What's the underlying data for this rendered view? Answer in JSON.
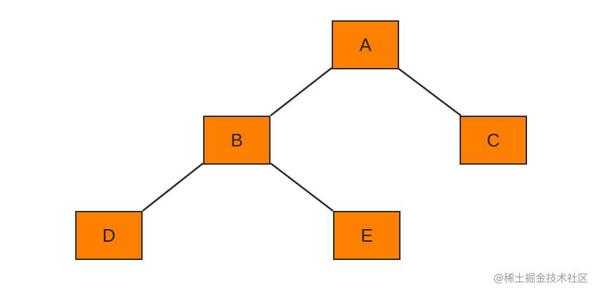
{
  "colors": {
    "node_fill": "#ff8000",
    "node_border": "#2b2b2b",
    "edge": "#2b2b2b",
    "label": "#222222",
    "watermark": "#9a9a9a"
  },
  "nodes": [
    {
      "id": "A",
      "label": "A"
    },
    {
      "id": "B",
      "label": "B"
    },
    {
      "id": "C",
      "label": "C"
    },
    {
      "id": "D",
      "label": "D"
    },
    {
      "id": "E",
      "label": "E"
    }
  ],
  "edges": [
    {
      "from": "A",
      "to": "B"
    },
    {
      "from": "A",
      "to": "C"
    },
    {
      "from": "B",
      "to": "D"
    },
    {
      "from": "B",
      "to": "E"
    }
  ],
  "watermark": "@稀土掘金技术社区"
}
